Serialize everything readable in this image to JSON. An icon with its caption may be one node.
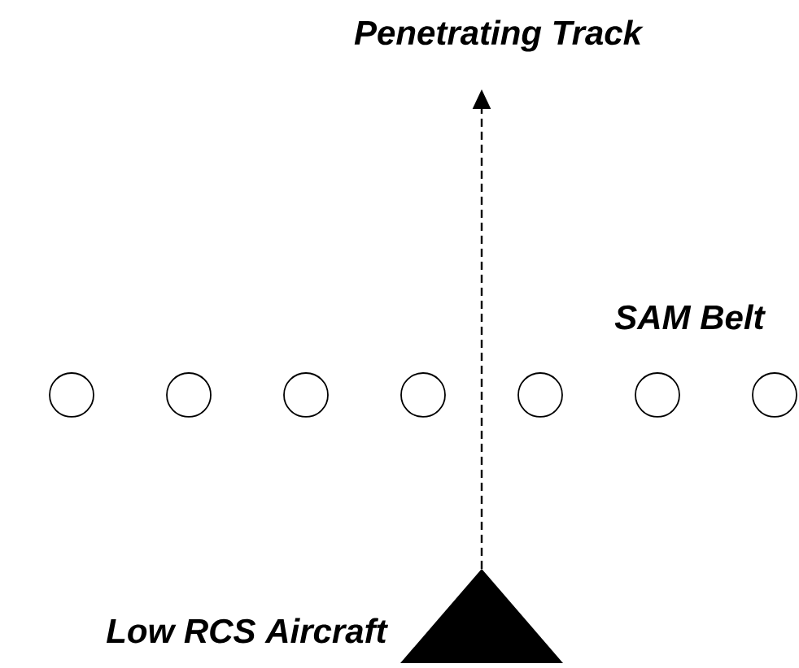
{
  "diagram": {
    "nodes": [
      {
        "text": [
          "Low RCS Aircraft"
        ]
      },
      {
        "text": [
          "Penetrating Track"
        ]
      },
      {
        "text": [],
        "shape": "circle"
      },
      {
        "text": [],
        "shape": "circle"
      },
      {
        "text": [],
        "shape": "circle"
      },
      {
        "text": [],
        "shape": "circle"
      },
      {
        "text": [],
        "shape": "circle"
      },
      {
        "text": [],
        "shape": "circle"
      },
      {
        "text": [],
        "shape": "circle"
      }
    ],
    "edges": [
      {
        "from": 0,
        "to": 1,
        "arrow": "to",
        "style": "dashed"
      }
    ],
    "labels": [
      "SAM Belt"
    ]
  }
}
